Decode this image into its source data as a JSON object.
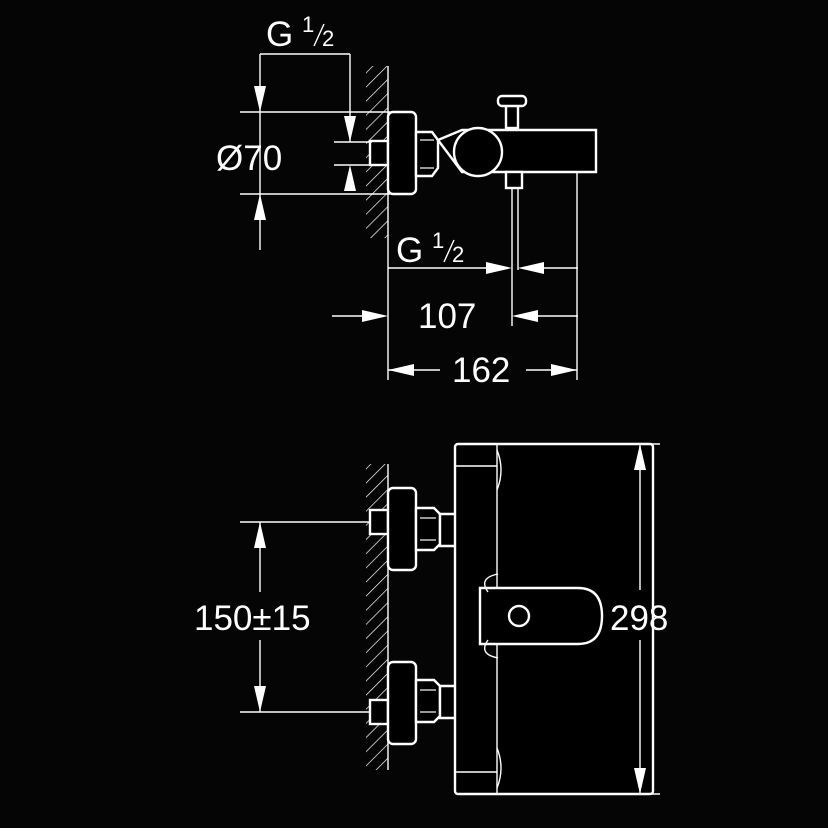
{
  "drawing": {
    "top_view": {
      "thread_top": {
        "letter": "G",
        "num": "1",
        "den": "2"
      },
      "diameter": "Ø70",
      "thread_spout": {
        "letter": "G",
        "num": "1",
        "den": "2"
      },
      "dim_107": "107",
      "dim_162": "162"
    },
    "front_view": {
      "dim_center": "150±15",
      "dim_height": "298"
    },
    "colors": {
      "background": "#050505",
      "lines": "#ffffff"
    }
  }
}
